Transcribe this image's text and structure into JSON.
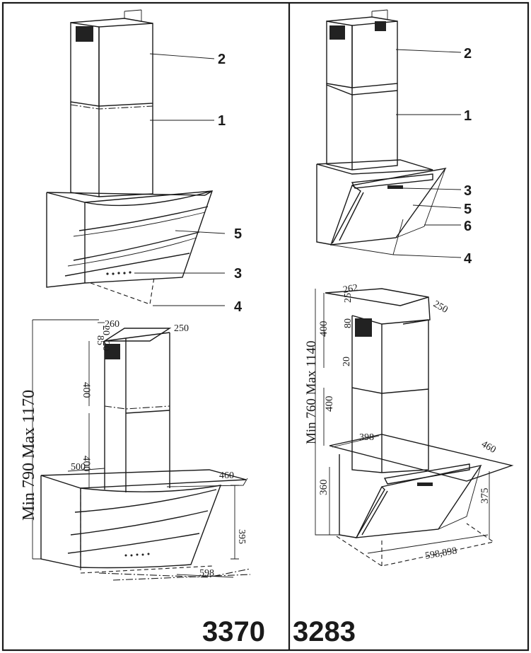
{
  "left_model": {
    "model_number": "3370",
    "callouts": [
      "2",
      "1",
      "5",
      "3",
      "4"
    ],
    "dimensions": {
      "range_vertical": "Min 790 Max 1170",
      "top_depth": "260",
      "top_width": "250",
      "small_top": "20",
      "bracket": "85",
      "small_mid": "20",
      "chimney_upper": "400",
      "chimney_lower": "400",
      "body_depth": "500",
      "body_side": "460",
      "body_height": "395",
      "body_width": "598"
    }
  },
  "right_model": {
    "model_number": "3283",
    "callouts": [
      "2",
      "1",
      "3",
      "5",
      "6",
      "4"
    ],
    "dimensions": {
      "range_vertical": "Min 760 Max 1140",
      "top_depth": "262",
      "top_width": "250",
      "small_top": "25",
      "bracket": "80",
      "small_mid": "20",
      "chimney_upper": "400",
      "chimney_lower": "400",
      "base_depth": "398",
      "base_side": "460",
      "side_height": "360",
      "front_height": "375",
      "body_width": "598,898"
    }
  }
}
